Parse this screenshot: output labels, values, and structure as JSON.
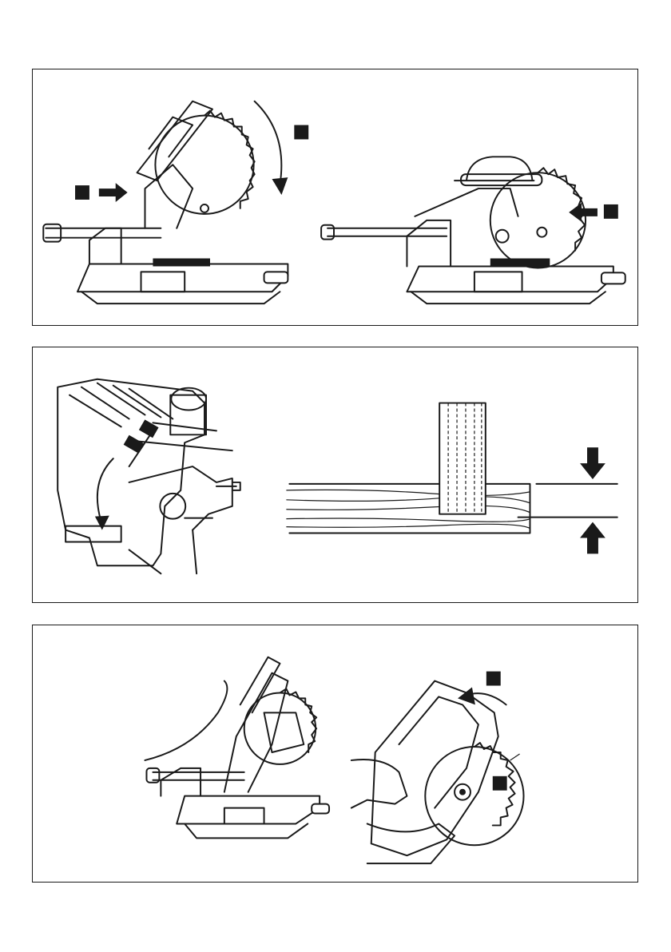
{
  "colors": {
    "line": "#1a1a1a",
    "background": "#ffffff"
  },
  "panels": [
    {
      "name": "panel-saw-side-views",
      "icons": [
        "miter-saw-lowering-icon",
        "miter-saw-sliding-icon",
        "arrow-right-icon",
        "arrow-curved-down-icon",
        "arrow-left-icon"
      ]
    },
    {
      "name": "panel-depth-stop",
      "icons": [
        "depth-stop-knob-icon",
        "workpiece-grooves-icon",
        "arrow-down-icon",
        "arrow-up-icon"
      ]
    },
    {
      "name": "panel-lock-and-blade",
      "icons": [
        "miter-saw-locked-icon",
        "blade-guard-lift-icon",
        "arrow-curved-up-icon"
      ]
    }
  ]
}
